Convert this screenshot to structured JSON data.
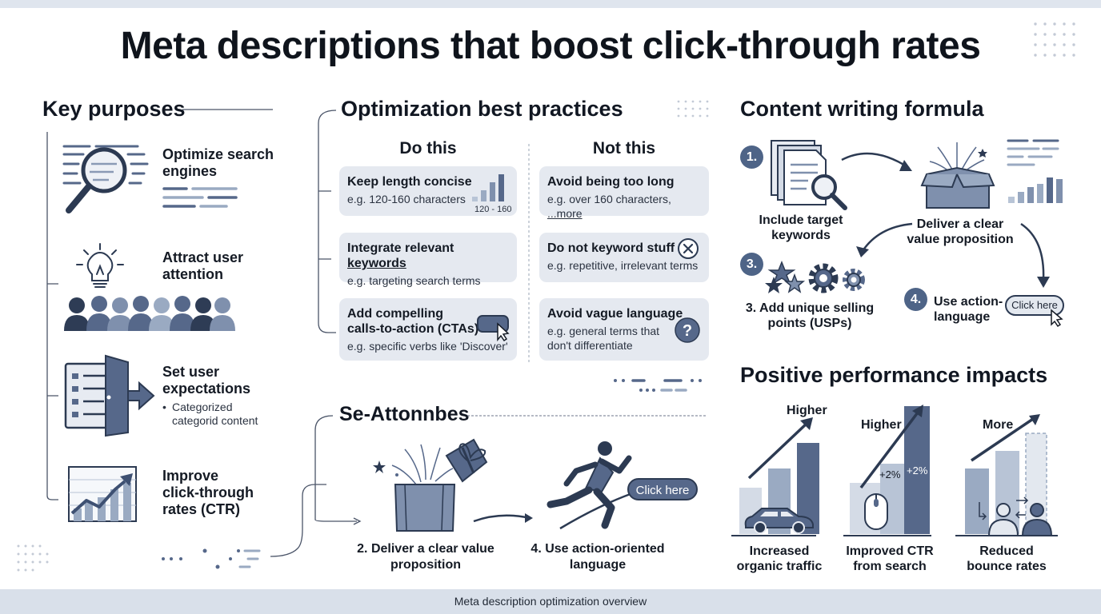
{
  "title": "Meta descriptions that boost click-through rates",
  "footer": "Meta description optimization overview",
  "key_purposes": {
    "heading": "Key purposes",
    "items": [
      {
        "label": "Optimize search engines"
      },
      {
        "label": "Attract user attention"
      },
      {
        "label": "Set user expectations",
        "bullet": "Categorized categorid content"
      },
      {
        "label": "Improve click-through rates (CTR)"
      }
    ]
  },
  "best_practices": {
    "heading": "Optimization best practices",
    "do_heading": "Do this",
    "not_heading": "Not this",
    "do": [
      {
        "title": "Keep length concise",
        "sub": "e.g. 120-160 characters",
        "badge": "120 - 160"
      },
      {
        "title_pre": "Integrate relevant ",
        "title_link": "keywords",
        "sub": "e.g. targeting search terms"
      },
      {
        "title": "Add compelling calls-to-action (CTAs)",
        "sub": "e.g. specific verbs like 'Discover'"
      }
    ],
    "not": [
      {
        "title": "Avoid being too long",
        "sub_pre": "e.g. over 160 characters, ",
        "sub_link": "...more"
      },
      {
        "title": "Do not keyword stuff",
        "sub": "e.g. repetitive, irrelevant terms"
      },
      {
        "title": "Avoid vague language",
        "sub": "e.g. general terms that don't differentiate"
      }
    ]
  },
  "se_section": {
    "heading": "Se-Attonnbes",
    "items": [
      {
        "label": "2. Deliver a clear value proposition"
      },
      {
        "label": "4. Use action-oriented language",
        "button": "Click here"
      }
    ]
  },
  "formula": {
    "heading": "Content writing formula",
    "steps": [
      {
        "number": "1.",
        "label": "Include target keywords"
      },
      {
        "label": "Deliver a clear value proposition"
      },
      {
        "number": "3.",
        "label": "3. Add unique selling points (USPs)"
      },
      {
        "number": "4.",
        "label": "Use action-language",
        "button": "Click here"
      }
    ]
  },
  "impacts": {
    "heading": "Positive performance impacts",
    "items": [
      {
        "top": "Higher",
        "label": "Increased organic traffic"
      },
      {
        "top": "Higher",
        "label": "Improved CTR from search",
        "value_a": "+2%",
        "value_b": "+2%"
      },
      {
        "top": "More",
        "label": "Reduced bounce rates"
      }
    ]
  },
  "colors": {
    "accent": "#56688a",
    "dark": "#2c3a52",
    "card": "#e5e9f0",
    "light": "#b8c4d6"
  }
}
